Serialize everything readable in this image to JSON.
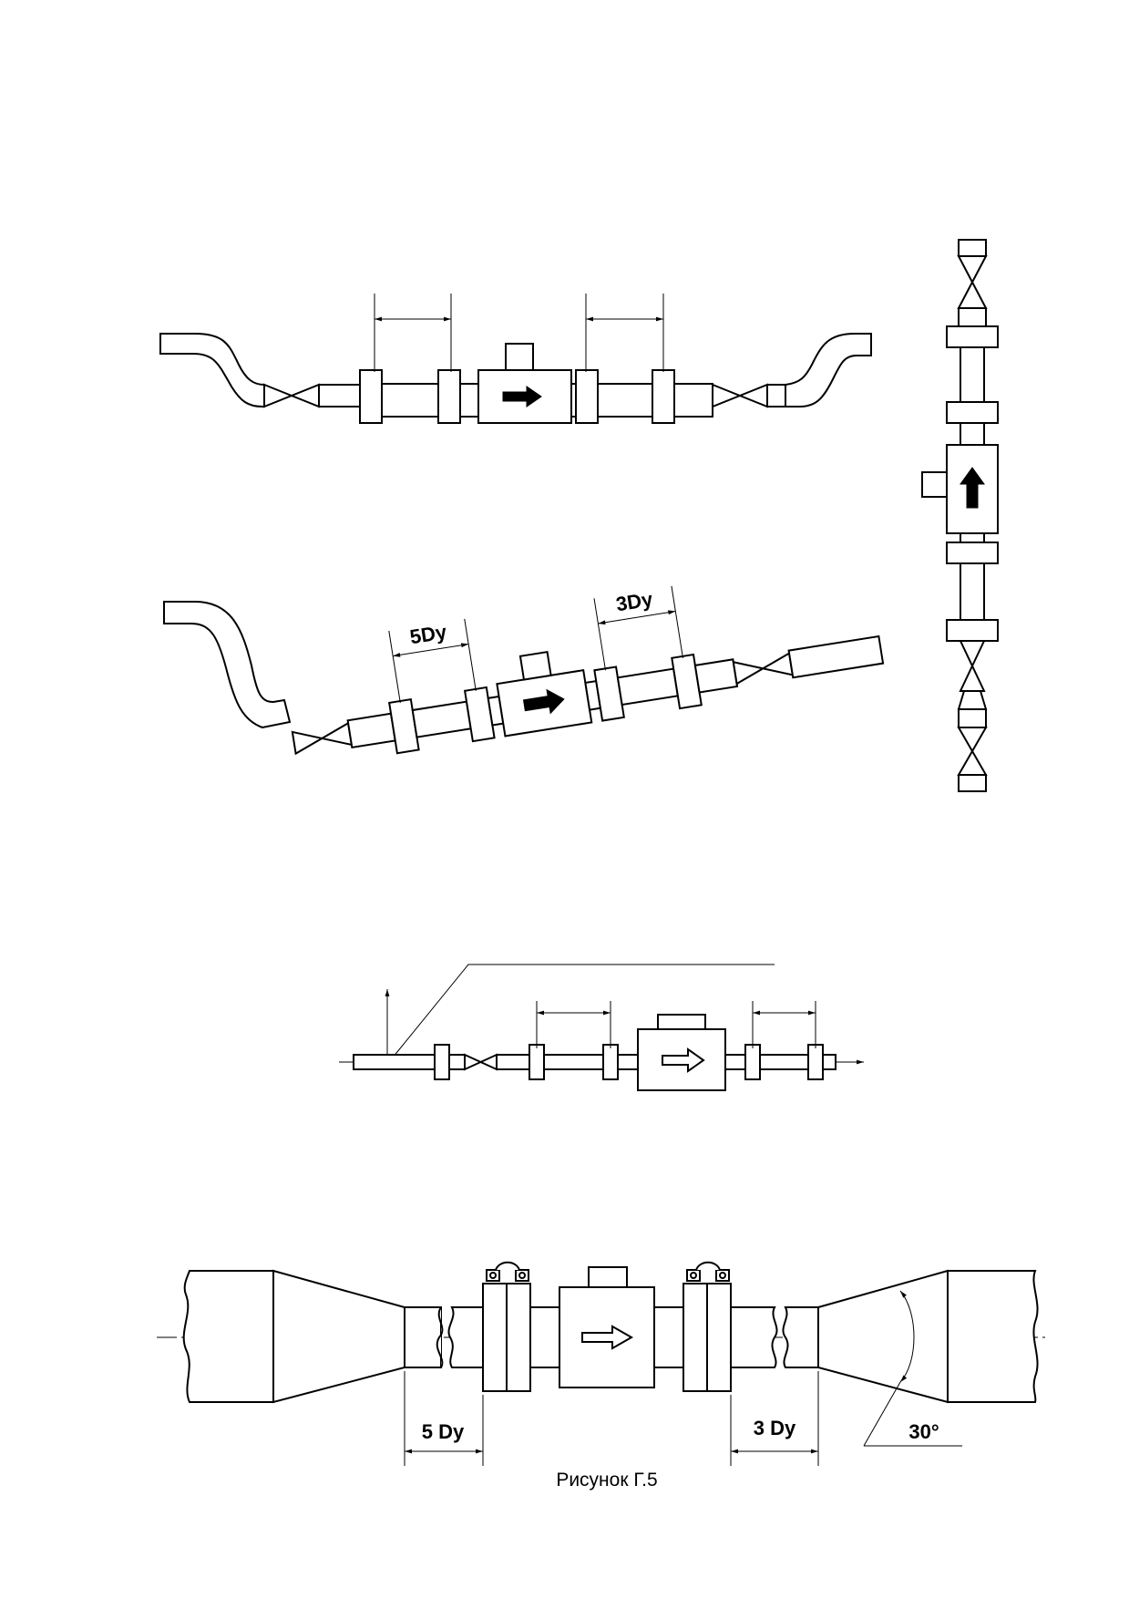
{
  "labels": {
    "fig2_upstream": "5Dy",
    "fig2_downstream": "3Dy",
    "fig5_upstream": "5 Dy",
    "fig5_downstream": "3 Dy",
    "fig5_angle": "30°"
  },
  "caption": "Рисунок Г.5"
}
